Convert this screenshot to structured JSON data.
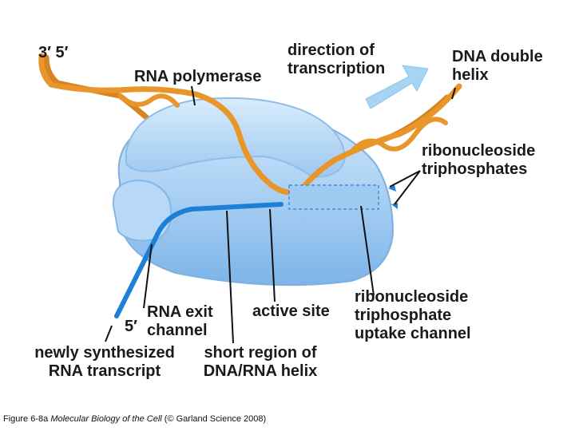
{
  "labels": {
    "strand_ends": "3′ 5′",
    "rna_polymerase": "RNA polymerase",
    "direction_line1": "direction of",
    "direction_line2": "transcription",
    "dna_line1": "DNA double",
    "dna_line2": "helix",
    "rnt_line1": "ribonucleoside",
    "rnt_line2": "triphosphates",
    "rna_exit_line1": "RNA exit",
    "rna_exit_line2": "channel",
    "active_site": "active site",
    "uptake_line1": "ribonucleoside",
    "uptake_line2": "triphosphate",
    "uptake_line3": "uptake channel",
    "five_prime": "5′",
    "transcript_line1": "newly synthesized",
    "transcript_line2": "RNA transcript",
    "hybrid_line1": "short region of",
    "hybrid_line2": "DNA/RNA helix"
  },
  "caption": {
    "prefix": "Figure 6-8a",
    "book": "Molecular Biology of the Cell",
    "suffix": "(© Garland Science 2008)"
  },
  "colors": {
    "dna": "#e8962a",
    "rna": "#1e7fd6",
    "polymerase": "#a9cff3",
    "arrow": "#a8d4f4"
  }
}
